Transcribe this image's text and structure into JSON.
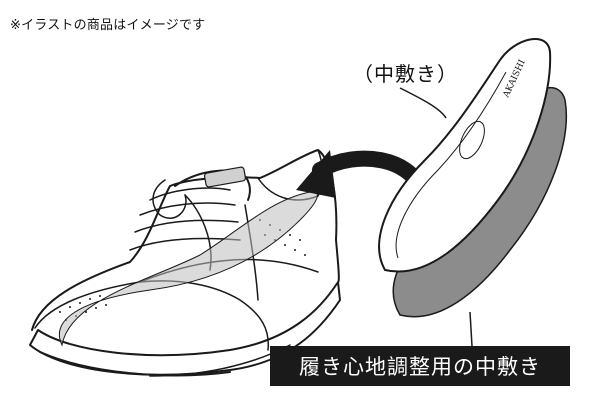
{
  "note": "※イラストの商品はイメージです",
  "callout_label": "（中敷き）",
  "brand_on_insole": "AKAISHI",
  "bottom_label": "履き心地調整用の中敷き",
  "colors": {
    "line": "#1a1a1a",
    "gray_insole": "#8c8c8c",
    "ghost_insole": "#bdbdbd",
    "label_bg": "#1a1a1a",
    "label_text": "#ffffff"
  },
  "icons": [
    "arrow-curved-icon",
    "shoe-illustration",
    "insole-illustration"
  ]
}
